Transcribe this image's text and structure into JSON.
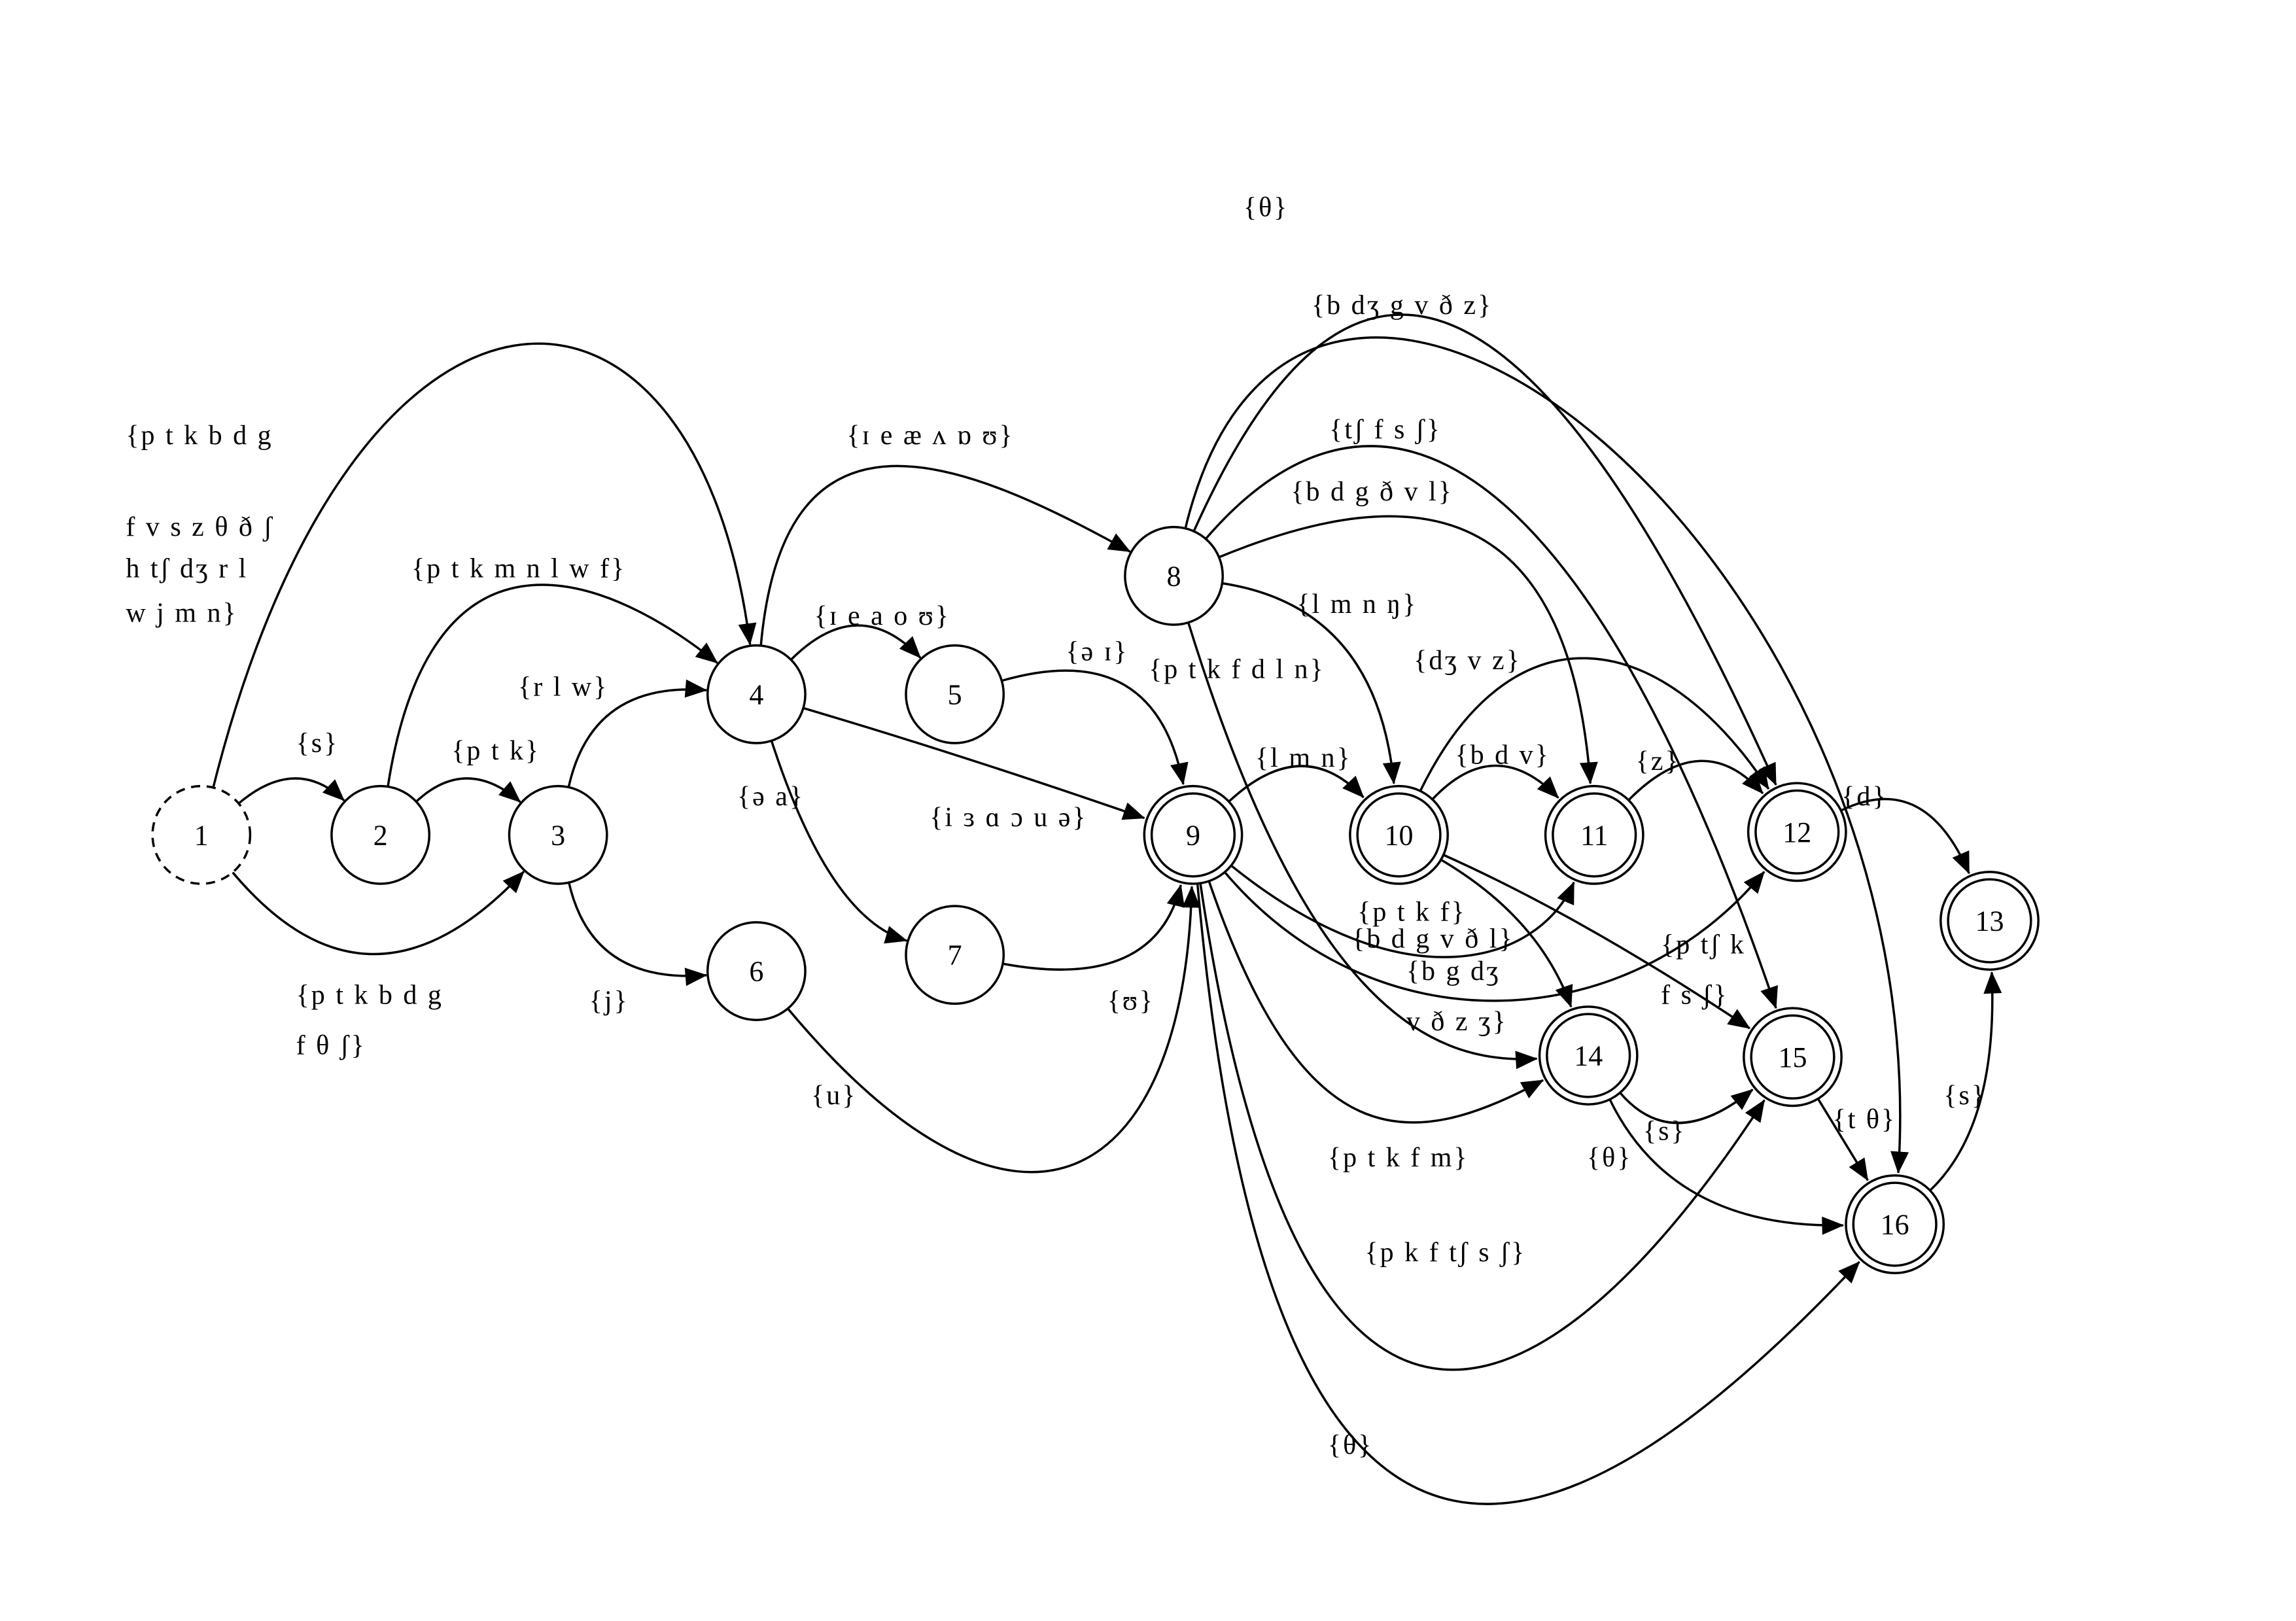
{
  "nodes": [
    {
      "id": "1",
      "label": "1",
      "kind": "start"
    },
    {
      "id": "2",
      "label": "2",
      "kind": "normal"
    },
    {
      "id": "3",
      "label": "3",
      "kind": "normal"
    },
    {
      "id": "4",
      "label": "4",
      "kind": "normal"
    },
    {
      "id": "5",
      "label": "5",
      "kind": "normal"
    },
    {
      "id": "6",
      "label": "6",
      "kind": "normal"
    },
    {
      "id": "7",
      "label": "7",
      "kind": "normal"
    },
    {
      "id": "8",
      "label": "8",
      "kind": "normal"
    },
    {
      "id": "9",
      "label": "9",
      "kind": "accept"
    },
    {
      "id": "10",
      "label": "10",
      "kind": "accept"
    },
    {
      "id": "11",
      "label": "11",
      "kind": "accept"
    },
    {
      "id": "12",
      "label": "12",
      "kind": "accept"
    },
    {
      "id": "13",
      "label": "13",
      "kind": "accept"
    },
    {
      "id": "14",
      "label": "14",
      "kind": "accept"
    },
    {
      "id": "15",
      "label": "15",
      "kind": "accept"
    },
    {
      "id": "16",
      "label": "16",
      "kind": "accept"
    }
  ],
  "edges": [
    {
      "id": "e1-4",
      "from": "1",
      "to": "4",
      "label": [
        "{p t k b d g",
        "f v s z θ ð ʃ",
        "h tʃ dʒ r l",
        "w j m n}"
      ]
    },
    {
      "id": "e1-2",
      "from": "1",
      "to": "2",
      "label": [
        "{s}"
      ]
    },
    {
      "id": "e1-3",
      "from": "1",
      "to": "3",
      "label": [
        "{p t k b d g",
        "f θ ʃ}"
      ]
    },
    {
      "id": "e2-3",
      "from": "2",
      "to": "3",
      "label": [
        "{p t k}"
      ]
    },
    {
      "id": "e2-4",
      "from": "2",
      "to": "4",
      "label": [
        "{p t k m n l w f}"
      ]
    },
    {
      "id": "e3-4",
      "from": "3",
      "to": "4",
      "label": [
        "{r l w}"
      ]
    },
    {
      "id": "e3-6",
      "from": "3",
      "to": "6",
      "label": [
        "{j}"
      ]
    },
    {
      "id": "e4-8",
      "from": "4",
      "to": "8",
      "label": [
        "{ɪ e æ ʌ ɒ ʊ}"
      ]
    },
    {
      "id": "e4-5",
      "from": "4",
      "to": "5",
      "label": [
        "{ɪ e a o ʊ}"
      ]
    },
    {
      "id": "e4-9",
      "from": "4",
      "to": "9",
      "label": [
        "{i ɜ ɑ ɔ u ə}"
      ]
    },
    {
      "id": "e4-7",
      "from": "4",
      "to": "7",
      "label": [
        "{ə a}"
      ]
    },
    {
      "id": "e5-9",
      "from": "5",
      "to": "9",
      "label": [
        "{ə ɪ}"
      ]
    },
    {
      "id": "e6-9",
      "from": "6",
      "to": "9",
      "label": [
        "{u}"
      ]
    },
    {
      "id": "e7-9",
      "from": "7",
      "to": "9",
      "label": [
        "{ʊ}"
      ]
    },
    {
      "id": "e8-16",
      "from": "8",
      "to": "16",
      "label": [
        "{θ}"
      ]
    },
    {
      "id": "e8-12",
      "from": "8",
      "to": "12",
      "label": [
        "{b dʒ g v ð z}"
      ]
    },
    {
      "id": "e8-15",
      "from": "8",
      "to": "15",
      "label": [
        "{tʃ f s ʃ}"
      ]
    },
    {
      "id": "e8-11",
      "from": "8",
      "to": "11",
      "label": [
        "{b d g ð v l}"
      ]
    },
    {
      "id": "e8-10",
      "from": "8",
      "to": "10",
      "label": [
        "{l m n ŋ}"
      ]
    },
    {
      "id": "e8-14",
      "from": "8",
      "to": "14",
      "label": [
        "{p t k f d l n}"
      ]
    },
    {
      "id": "e9-10",
      "from": "9",
      "to": "10",
      "label": [
        "{l m n}"
      ]
    },
    {
      "id": "e9-11",
      "from": "9",
      "to": "11",
      "label": [
        "{p t k f}"
      ]
    },
    {
      "id": "e9-12",
      "from": "9",
      "to": "12",
      "label": [
        "{b d g v ð l}"
      ]
    },
    {
      "id": "e9-14",
      "from": "9",
      "to": "14",
      "label": [
        "{p t k f m}"
      ]
    },
    {
      "id": "e9-15",
      "from": "9",
      "to": "15",
      "label": [
        "{p k f tʃ s ʃ}"
      ]
    },
    {
      "id": "e9-16",
      "from": "9",
      "to": "16",
      "label": [
        "{θ}"
      ]
    },
    {
      "id": "e10-12",
      "from": "10",
      "to": "12",
      "label": [
        "{dʒ v z}"
      ]
    },
    {
      "id": "e10-11",
      "from": "10",
      "to": "11",
      "label": [
        "{b d v}"
      ]
    },
    {
      "id": "e10-14",
      "from": "10",
      "to": "14",
      "label": [
        "{b g dʒ",
        "v ð z ʒ}"
      ]
    },
    {
      "id": "e10-15",
      "from": "10",
      "to": "15",
      "label": [
        "{p tʃ k",
        "f s ʃ}"
      ]
    },
    {
      "id": "e11-12",
      "from": "11",
      "to": "12",
      "label": [
        "{z}"
      ]
    },
    {
      "id": "e12-13",
      "from": "12",
      "to": "13",
      "label": [
        "{d}"
      ]
    },
    {
      "id": "e14-15",
      "from": "14",
      "to": "15",
      "label": [
        "{s}"
      ]
    },
    {
      "id": "e14-16",
      "from": "14",
      "to": "16",
      "label": [
        "{θ}"
      ]
    },
    {
      "id": "e15-16",
      "from": "15",
      "to": "16",
      "label": [
        "{t θ}"
      ]
    },
    {
      "id": "e16-13",
      "from": "16",
      "to": "13",
      "label": [
        "{s}"
      ]
    }
  ]
}
